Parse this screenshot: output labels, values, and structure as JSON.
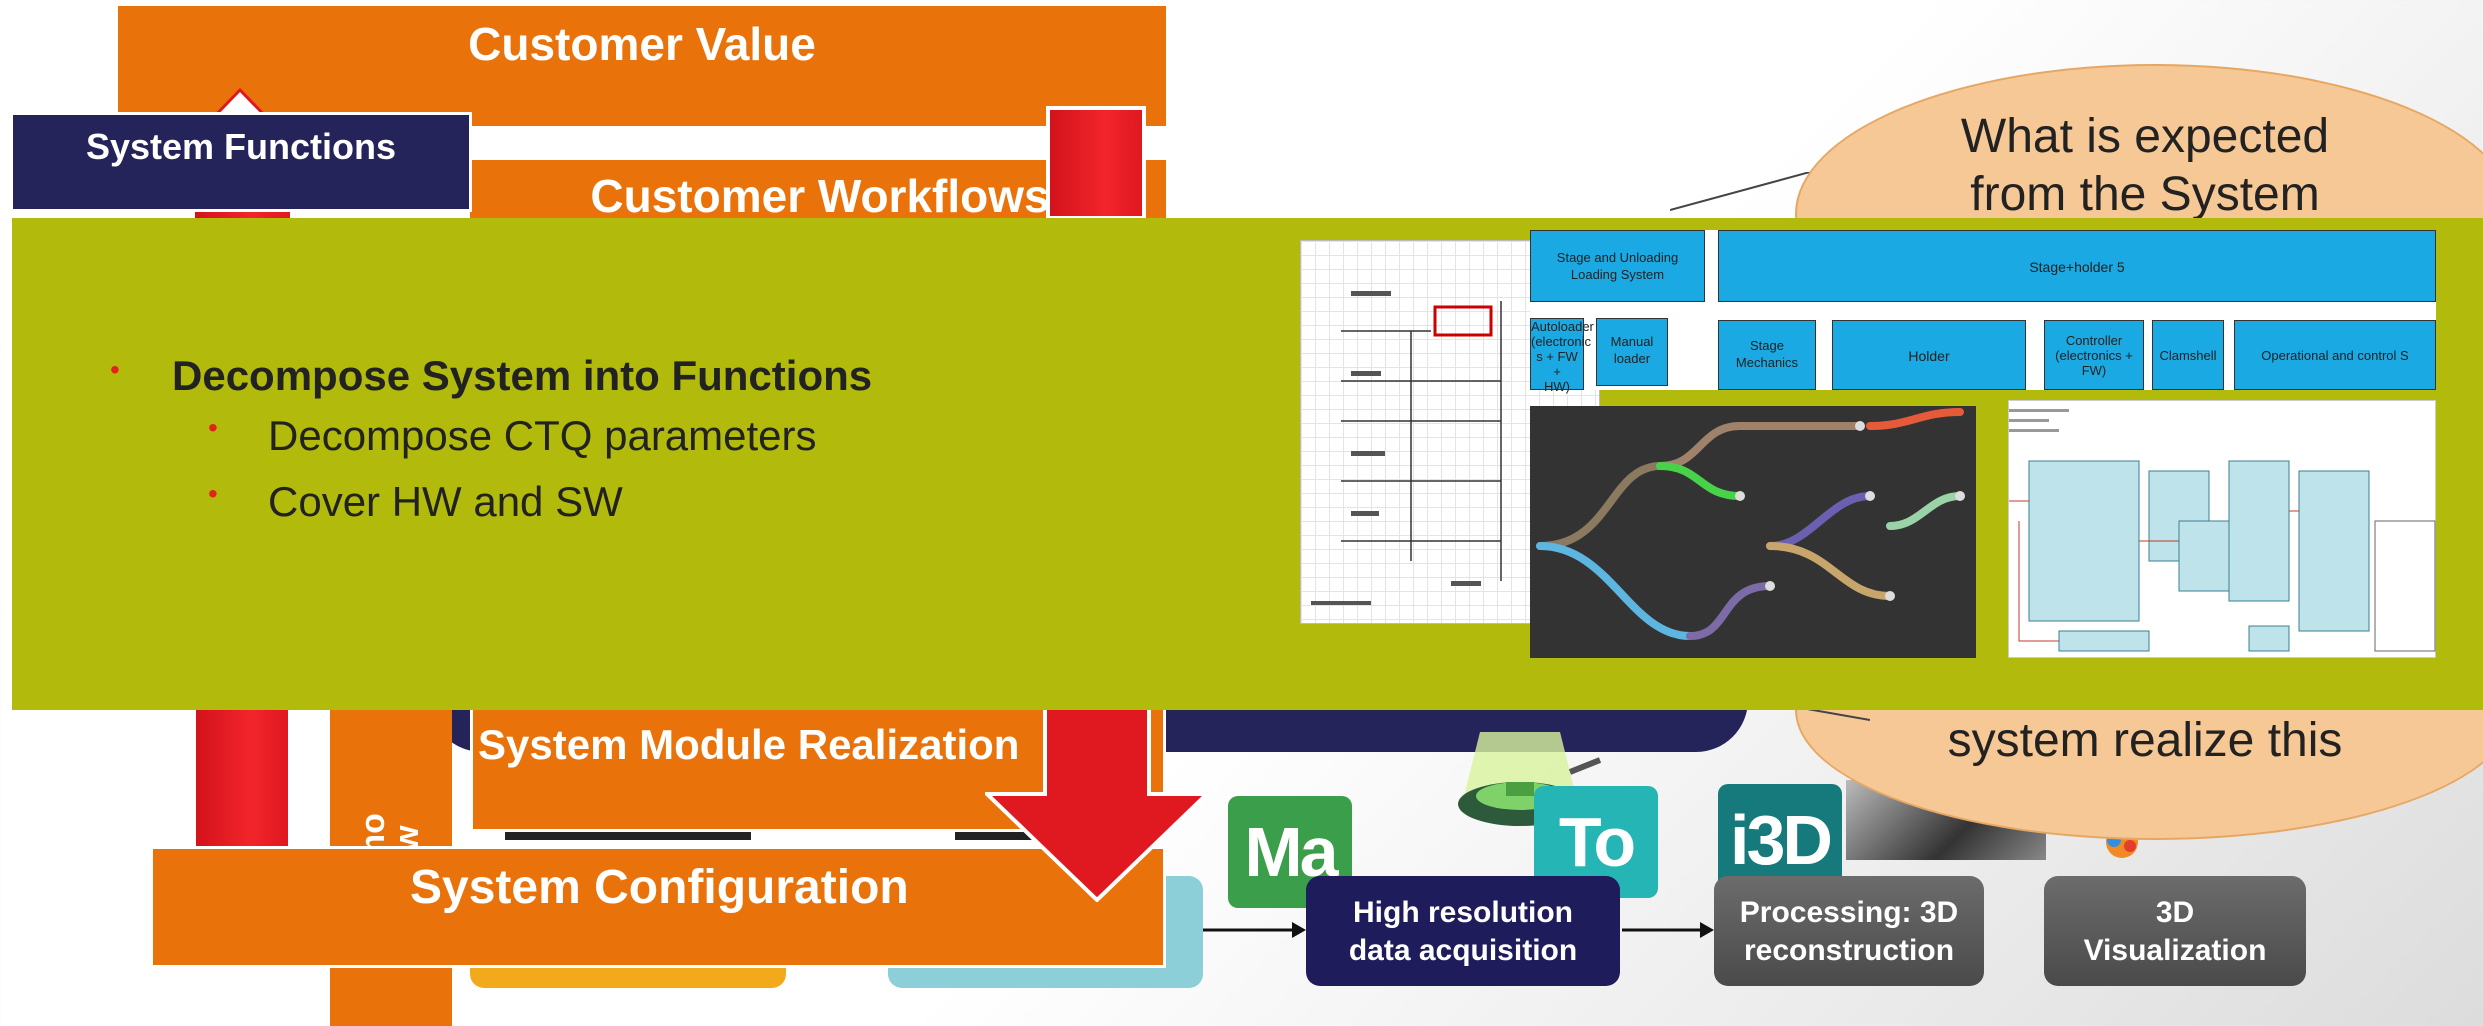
{
  "blocks": {
    "customer_value": "Customer Value",
    "system_functions": "System Functions",
    "customer_workflows": "Customer Workflows",
    "module_realization": "System Module Realization",
    "system_configuration": "System Configuration",
    "vertical_label": "omo\now"
  },
  "panel": {
    "bullets": [
      {
        "text": "Decompose System into Functions",
        "level": 1,
        "bold": true
      },
      {
        "text": "Decompose CTQ parameters",
        "level": 2,
        "bold": false
      },
      {
        "text": "Cover HW and SW",
        "level": 2,
        "bold": false
      }
    ]
  },
  "callouts": {
    "top": "What is expected\nfrom the System",
    "bottom": "system realize this"
  },
  "workflow": {
    "badges": [
      "Ma",
      "To",
      "i3D"
    ],
    "steps": [
      "High resolution\ndata acquisition",
      "Processing: 3D\nreconstruction",
      "3D\nVisualization"
    ]
  },
  "blue_chart": {
    "top_boxes": [
      "Stage and Unloading\nLoading System",
      "Stage+holder 5"
    ],
    "boxes": [
      "Autoloader\n(electronic\ns + FW +\nHW)",
      "Manual\nloader",
      "Stage\nMechanics",
      "Holder",
      "Controller\n(electronics +\nFW)",
      "Clamshell",
      "Operational and control S"
    ]
  },
  "colors": {
    "orange": "#e9730a",
    "red": "#e01820",
    "navy": "#24235a",
    "green": "#b2ba0b",
    "callout": "#f6c895",
    "badge_ma": "#3a9e4b",
    "badge_to": "#25b5b5",
    "badge_i3d": "#167a7c",
    "step_navy": "#1f1c5c",
    "step_grey": "#555555"
  }
}
